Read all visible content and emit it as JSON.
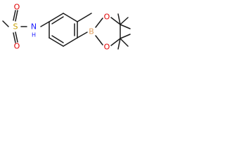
{
  "molecule": {
    "atoms": {
      "sulfur": "S",
      "oxygen_1": "O",
      "oxygen_2": "O",
      "amine_n": "N",
      "amine_h": "H",
      "boron": "B",
      "boron_o1": "O",
      "boron_o2": "O"
    },
    "colors": {
      "bond": "#1a1a1a",
      "sulfur": "#c8a000",
      "oxygen": "#e00000",
      "nitrogen": "#1a1aff",
      "boron": "#e0a060",
      "carbon": "#1a1a1a"
    }
  }
}
